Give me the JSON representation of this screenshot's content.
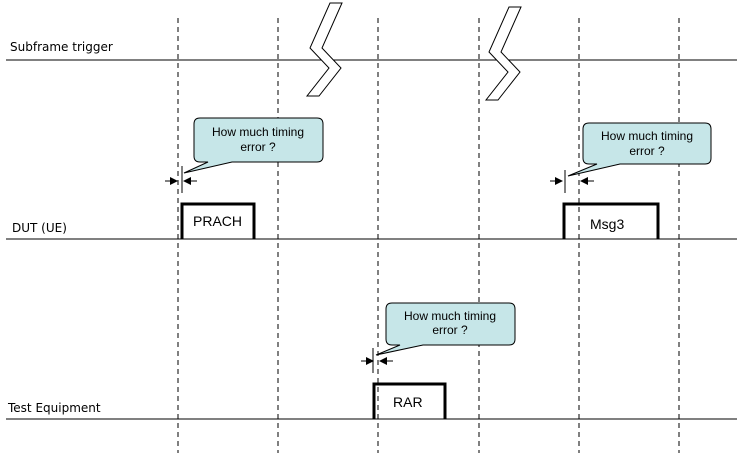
{
  "rows": {
    "subframe_trigger": "Subframe trigger",
    "dut": "DUT (UE)",
    "test_equipment": "Test Equipment"
  },
  "boxes": {
    "prach": "PRACH",
    "msg3": "Msg3",
    "rar": "RAR"
  },
  "callouts": {
    "prach": {
      "line1": "How much timing",
      "line2": "error ?"
    },
    "msg3": {
      "line1": "How much timing",
      "line2": "error ?"
    },
    "rar": {
      "line1": "How much timing",
      "line2": "error ?"
    }
  },
  "colors": {
    "callout_fill": "#c6e6e8",
    "line": "#000000"
  }
}
